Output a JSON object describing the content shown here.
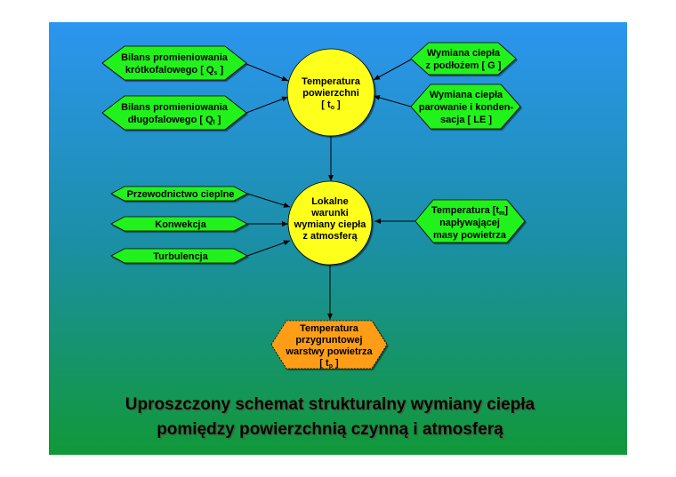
{
  "colors": {
    "bg_top": "#2c95f0",
    "bg_bottom": "#119838",
    "hex": "#22f21a",
    "circle": "#ffff1e",
    "output": "#ff9e16"
  },
  "inputs_top_left": [
    {
      "line1": "Bilans promieniowania",
      "line2": "krótkofalowego [ Q",
      "sub": "s",
      "end": " ]"
    },
    {
      "line1": "Bilans promieniowania",
      "line2": "długofalowego [ Q",
      "sub": "l",
      "end": " ]"
    }
  ],
  "inputs_top_right": [
    {
      "line1": "Wymiana ciepła",
      "line2": "z podłożem [ G ]"
    },
    {
      "line1": "Wymiana ciepła",
      "line2": "parowanie i konden-",
      "line3": "sacja [ LE ]"
    }
  ],
  "surface_node": {
    "line1": "Temperatura",
    "line2": "powierzchni",
    "open": "[ t",
    "sub": "o",
    "close": " ]"
  },
  "inputs_bottom_left": [
    "Przewodnictwo cieplne",
    "Konwekcja",
    "Turbulencja"
  ],
  "input_bottom_right": {
    "pre": "Temperatura [t",
    "sub": "m",
    "post": "]",
    "line2": "napływającej",
    "line3": "masy powietrza"
  },
  "local_node": {
    "line1": "Lokalne",
    "line2": "warunki",
    "line3": "wymiany ciepła",
    "line4": "z atmosferą"
  },
  "output_node": {
    "line1": "Temperatura",
    "line2": "przygruntowej",
    "line3": "warstwy powietrza",
    "open": "[ t",
    "sub": "p",
    "close": " ]"
  },
  "caption": {
    "line1": "Uproszczony schemat strukturalny wymiany ciepła",
    "line2": "pomiędzy powierzchnią czynną i atmosferą"
  }
}
